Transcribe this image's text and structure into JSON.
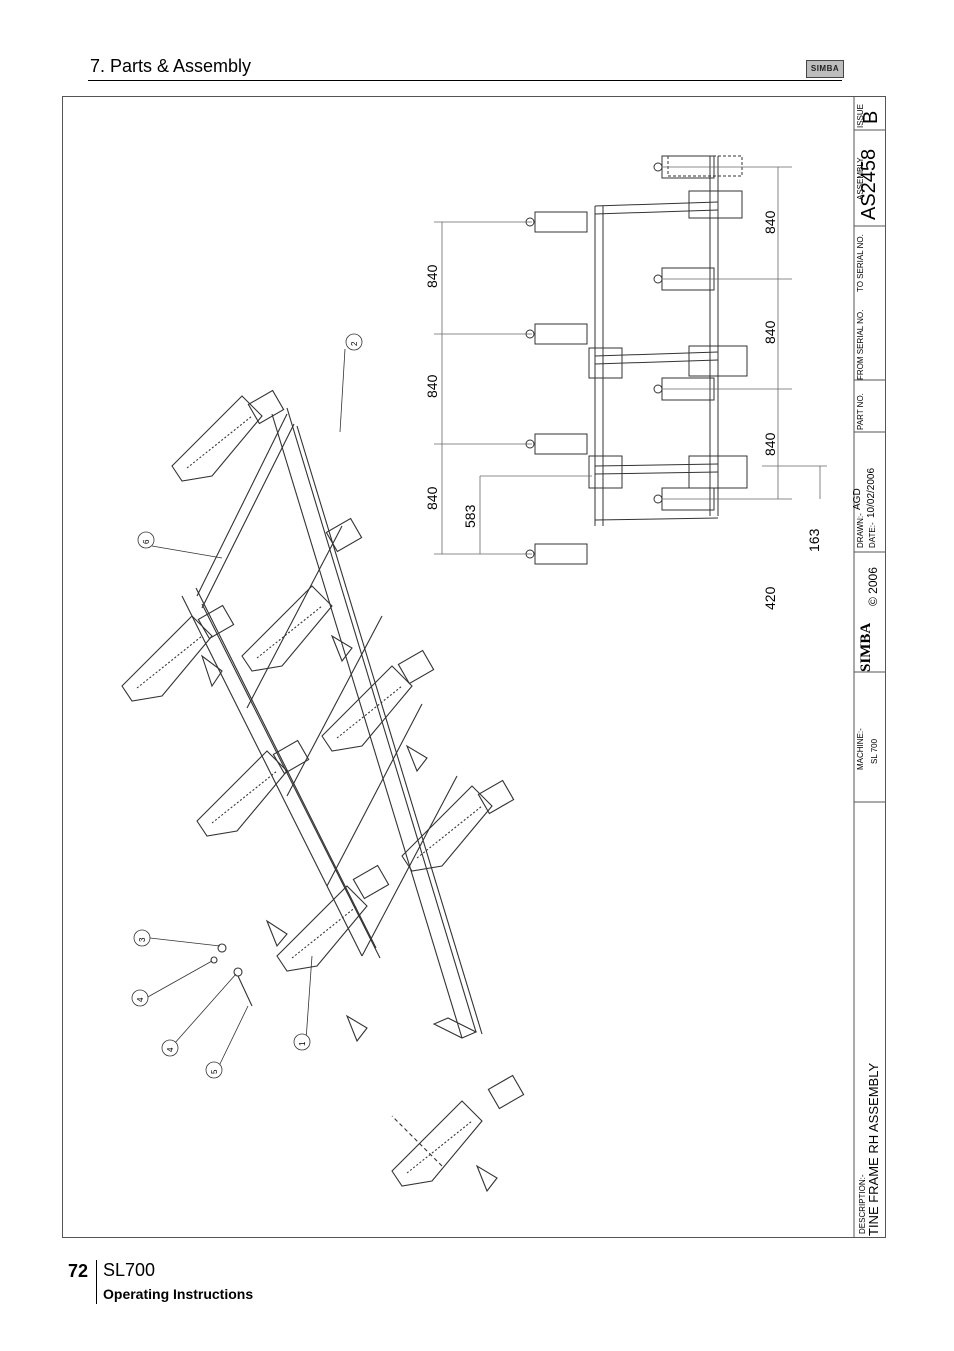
{
  "header": {
    "section_title": "7. Parts & Assembly",
    "logo_text": "SIMBA"
  },
  "footer": {
    "page_number": "72",
    "model": "SL700",
    "subtitle": "Operating Instructions"
  },
  "title_block": {
    "issue_label": "ISSUE",
    "issue_value": "B",
    "assembly_label": "ASSEMBLY",
    "assembly_value": "AS2458",
    "to_serial_label": "TO SERIAL NO.",
    "from_serial_label": "FROM SERIAL NO.",
    "part_no_label": "PART NO.",
    "drawn_label": "DRAWN:-",
    "drawn_value": "AGD",
    "date_label": "DATE:-",
    "date_value": "10/02/2006",
    "copyright": "© 2006",
    "logo_text": "SIMBA",
    "machine_label": "MACHINE:-",
    "machine_value": "SL 700",
    "description_label": "DESCRIPTION:-",
    "description_value": "TINE FRAME RH ASSEMBLY"
  },
  "dimensions": {
    "left_column": [
      "840",
      "840",
      "840"
    ],
    "offset_583": "583",
    "right_column": [
      "840",
      "840",
      "840"
    ],
    "offset_163": "163",
    "offset_420": "420"
  },
  "callouts": [
    "1",
    "2",
    "3",
    "4",
    "4",
    "5",
    "6"
  ]
}
